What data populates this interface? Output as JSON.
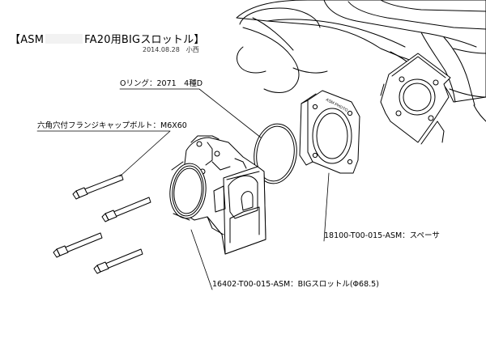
{
  "title": {
    "prefix": "【ASM",
    "suffix": "FA20用BIGスロットル】"
  },
  "date_author": "2014.08.28　小西",
  "callouts": {
    "oring": "Oリング：2071　4種D",
    "bolt": "六角穴付フランジキャップボルト：M6X60",
    "spacer": "18100-T00-015-ASM：スペーサ",
    "throttle": "16402-T00-015-ASM：BIGスロットル(Φ68.5)"
  },
  "part_engraving": "ASM PHOTO"
}
